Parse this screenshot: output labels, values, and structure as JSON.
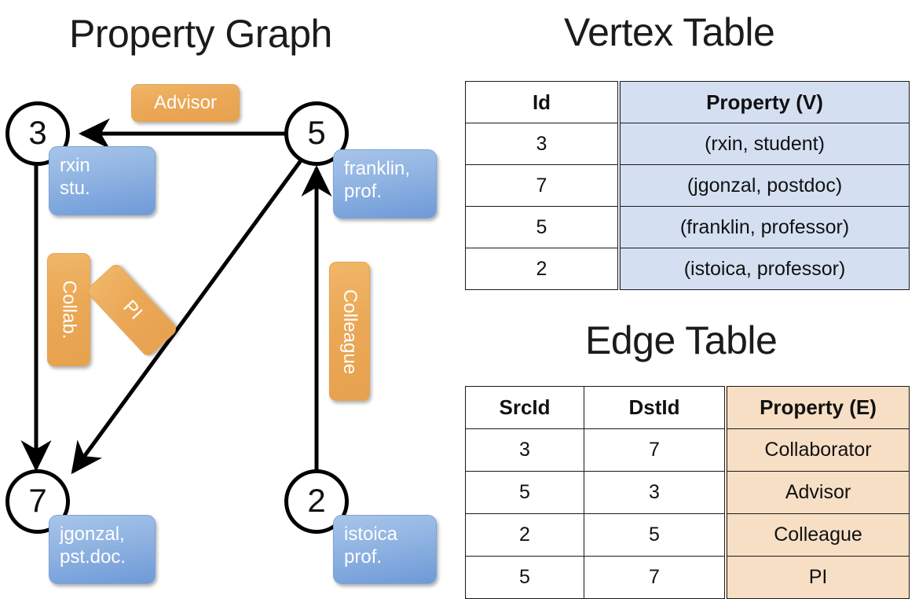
{
  "titles": {
    "property_graph": "Property Graph",
    "vertex_table": "Vertex Table",
    "edge_table": "Edge Table"
  },
  "graph": {
    "nodes": [
      {
        "id": "3",
        "property_label": "rxin\nstu."
      },
      {
        "id": "5",
        "property_label": "franklin,\nprof."
      },
      {
        "id": "7",
        "property_label": "jgonzal,\npst.doc."
      },
      {
        "id": "2",
        "property_label": "istoica\nprof."
      }
    ],
    "node_ids": {
      "n3": "3",
      "n5": "5",
      "n7": "7",
      "n2": "2"
    },
    "property_boxes": {
      "rxin_line1": "rxin",
      "rxin_line2": "stu.",
      "franklin_line1": "franklin,",
      "franklin_line2": "prof.",
      "jgonzal_line1": "jgonzal,",
      "jgonzal_line2": "pst.doc.",
      "istoica_line1": "istoica",
      "istoica_line2": "prof."
    },
    "edge_labels": {
      "advisor": "Advisor",
      "collab": "Collab.",
      "pi": "PI",
      "colleague": "Colleague"
    },
    "edges": [
      {
        "from": "5",
        "to": "3",
        "label": "Advisor"
      },
      {
        "from": "3",
        "to": "7",
        "label": "Collab."
      },
      {
        "from": "5",
        "to": "7",
        "label": "PI"
      },
      {
        "from": "2",
        "to": "5",
        "label": "Colleague"
      }
    ]
  },
  "vertex_table": {
    "headers": [
      "Id",
      "Property (V)"
    ],
    "rows": [
      {
        "id": "3",
        "property": "(rxin, student)"
      },
      {
        "id": "7",
        "property": "(jgonzal, postdoc)"
      },
      {
        "id": "5",
        "property": "(franklin, professor)"
      },
      {
        "id": "2",
        "property": "(istoica, professor)"
      }
    ]
  },
  "edge_table": {
    "headers": [
      "SrcId",
      "DstId",
      "Property (E)"
    ],
    "rows": [
      {
        "src": "3",
        "dst": "7",
        "property": "Collaborator"
      },
      {
        "src": "5",
        "dst": "3",
        "property": "Advisor"
      },
      {
        "src": "2",
        "dst": "5",
        "property": "Colleague"
      },
      {
        "src": "5",
        "dst": "7",
        "property": "PI"
      }
    ]
  },
  "colors": {
    "vertex_property_bg": "#d4e0f2",
    "edge_property_bg": "#f7dfc5",
    "node_property_box": "#8fb3e2",
    "edge_label_box": "#eaa755",
    "stroke": "#000000"
  }
}
